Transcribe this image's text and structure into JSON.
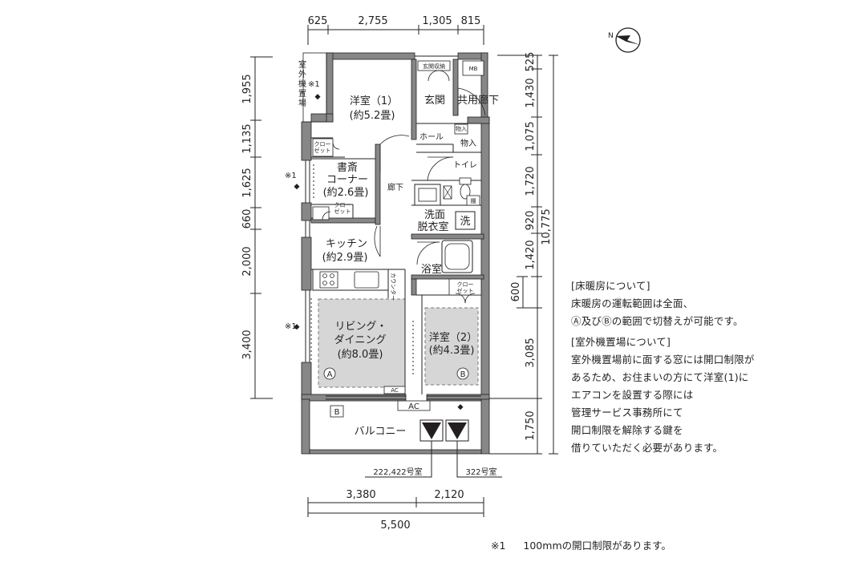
{
  "dimensions": {
    "top": [
      "625",
      "2,755",
      "1,305",
      "815"
    ],
    "left": [
      "1,955",
      "1,135",
      "1,625",
      "660",
      "2,000",
      "3,400"
    ],
    "right_inner": [
      "525",
      "1,430",
      "1,075",
      "1,720",
      "920",
      "1,420"
    ],
    "right_lower": [
      "600",
      "3,085",
      "1,750"
    ],
    "right_total": "10,775",
    "bottom": [
      "3,380",
      "2,120"
    ],
    "bottom_total": "5,500"
  },
  "rooms": {
    "outdoor_unit": [
      "室",
      "外",
      "機",
      "置",
      "場"
    ],
    "mark1": "※1",
    "western1_name": "洋室（1）",
    "western1_size": "(約5.2畳)",
    "entrance_storage": "玄関収納",
    "mb": "MB",
    "entrance": "玄関",
    "common_corridor": "共用廊下",
    "hall": "ホール",
    "storage_small": "物入",
    "storage": "物入",
    "closet_short": [
      "クロー",
      "ゼット"
    ],
    "study_line1": "書斎",
    "study_line2": "コーナー",
    "study_size": "(約2.6畳)",
    "corridor": "廊下",
    "toilet": "トイレ",
    "shelf": "棚",
    "washroom_line1": "洗面",
    "washroom_line2": "脱衣室",
    "washer": "洗",
    "kitchen_name": "キッチン",
    "kitchen_size": "(約2.9畳)",
    "counter": "カウンター",
    "bath": "浴室",
    "ld_line1": "リビング・",
    "ld_line2": "ダイニング",
    "ld_size": "(約8.0畳)",
    "western2_name": "洋室（2）",
    "western2_size": "(約4.3畳)",
    "mark_a": "A",
    "mark_b": "B",
    "ac": "AC",
    "balcony": "バルコニー",
    "units_left": "222,422号室",
    "units_right": "322号室"
  },
  "notes": {
    "floor_heading": "[床暖房について]",
    "floor_lines": [
      "床暖房の運転範囲は全面、",
      "Ⓐ及びⒷの範囲で切替えが可能です。"
    ],
    "outdoor_heading": "[室外機置場について]",
    "outdoor_lines": [
      "室外機置場前に面する窓には開口制限が",
      "あるため、お住まいの方にて洋室(1)に",
      "エアコンを設置する際には",
      "管理サービス事務所にて",
      "開口制限を解除する鍵を",
      "借りていただく必要があります。"
    ]
  },
  "footnote": {
    "mark": "※1",
    "text": "100mmの開口制限があります。"
  },
  "colors": {
    "wall": "#878787",
    "shade": "#d6d6d6",
    "line": "#231f20"
  },
  "icons": {
    "compass": "north-arrow-icon"
  }
}
